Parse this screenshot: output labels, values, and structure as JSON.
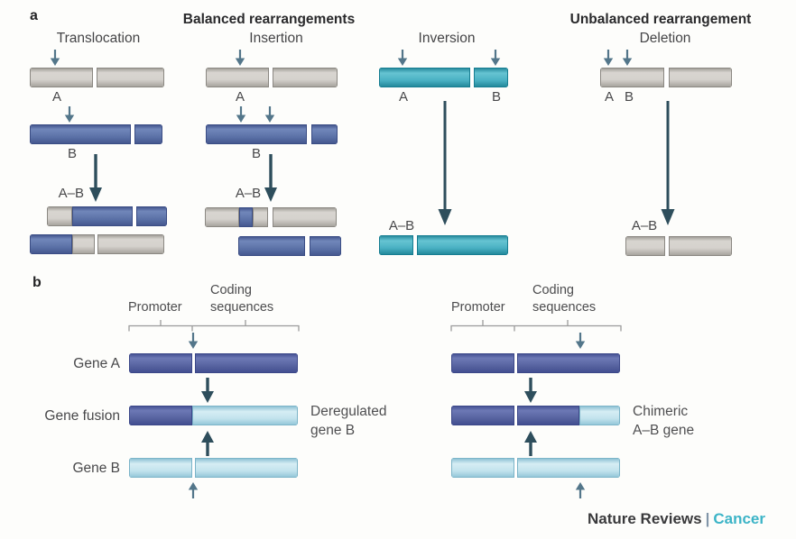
{
  "figure": {
    "panel_a_label": "a",
    "panel_b_label": "b",
    "balanced_heading": "Balanced rearrangements",
    "unbalanced_heading": "Unbalanced rearrangement"
  },
  "translocation": {
    "title": "Translocation",
    "label_a": "A",
    "label_b": "B",
    "label_ab": "A–B"
  },
  "insertion": {
    "title": "Insertion",
    "label_a": "A",
    "label_b": "B",
    "label_ab": "A–B"
  },
  "inversion": {
    "title": "Inversion",
    "label_a": "A",
    "label_b": "B",
    "label_ab": "A–B"
  },
  "deletion": {
    "title": "Deletion",
    "label_a": "A",
    "label_b": "B",
    "label_ab": "A–B"
  },
  "gene_left": {
    "promoter": "Promoter",
    "coding_line1": "Coding",
    "coding_line2": "sequences",
    "gene_a": "Gene A",
    "gene_fusion": "Gene fusion",
    "gene_b": "Gene B",
    "result_line1": "Deregulated",
    "result_line2": "gene B"
  },
  "gene_right": {
    "promoter": "Promoter",
    "coding_line1": "Coding",
    "coding_line2": "sequences",
    "result_line1": "Chimeric",
    "result_line2": "A–B gene"
  },
  "footer": {
    "journal": "Nature Reviews",
    "separator": "|",
    "brand": "Cancer"
  },
  "colors": {
    "chromosome_gray": "#d5d2cd",
    "chromosome_blue": "#5a70a6",
    "chromosome_teal": "#49b0c2",
    "gene_dark_blue": "#56629f",
    "gene_light_blue": "#c2e3ed",
    "small_arrow": "#53768a",
    "large_arrow": "#2e4e5c",
    "brand_teal": "#3cb4c7"
  }
}
